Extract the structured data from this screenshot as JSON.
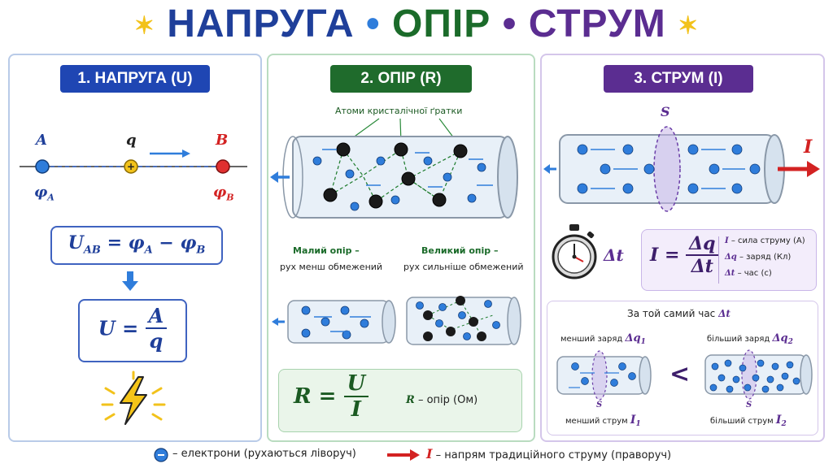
{
  "title": {
    "word1": "НАПРУГА",
    "sep": "•",
    "word2": "ОПІР",
    "word3": "СТРУМ"
  },
  "colors": {
    "blue": "#1f3f9a",
    "green": "#1b6b2a",
    "purple": "#5b2d91",
    "electron": "#2f7ddb",
    "red": "#d32222",
    "yellow": "#f2c21b"
  },
  "panel1": {
    "badge": "1. НАПРУГА (U)",
    "point_a": "A",
    "point_b": "B",
    "charge": "q",
    "phi_a": "φ",
    "phi_a_sub": "A",
    "phi_b": "φ",
    "phi_b_sub": "B",
    "formula1": {
      "lhs": "U",
      "lhs_sub": "AB",
      "eq": "=",
      "t1": "φ",
      "t1_sub": "A",
      "minus": "−",
      "t2": "φ",
      "t2_sub": "B"
    },
    "formula2": {
      "lhs": "U",
      "eq": "=",
      "num": "A",
      "den": "q"
    }
  },
  "panel2": {
    "badge": "2. ОПІР (R)",
    "atoms_label": "Атоми кристалічної ґратки",
    "small_title": "Малий опір –",
    "small_desc": "рух менш обмежений",
    "large_title": "Великий опір –",
    "large_desc": "рух сильніше обмежений",
    "formula": {
      "lhs": "R",
      "eq": "=",
      "num": "U",
      "den": "I"
    },
    "formula_note_sym": "R",
    "formula_note": " – опір (Ом)"
  },
  "panel3": {
    "badge": "3. СТРУМ (I)",
    "section_label": "S",
    "current_label": "I",
    "delta_t": "Δt",
    "formula": {
      "lhs": "I",
      "eq": "=",
      "num": "Δq",
      "den": "Δt"
    },
    "legend": [
      {
        "sym": "I",
        "text": " – сила струму (А)"
      },
      {
        "sym": "Δq",
        "text": " – заряд (Кл)"
      },
      {
        "sym": "Δt",
        "text": " – час (с)"
      }
    ],
    "compare_title": "За той самий час ",
    "compare_title_sym": "Δt",
    "less_charge": "менший заряд ",
    "less_charge_sym": "Δq",
    "less_charge_sub": "1",
    "more_charge": "більший заряд ",
    "more_charge_sym": "Δq",
    "more_charge_sub": "2",
    "less_sign": "<",
    "s_small": "S",
    "less_current": "менший струм ",
    "less_current_sym": "I",
    "less_current_sub": "1",
    "more_current": "більший струм ",
    "more_current_sym": "I",
    "more_current_sub": "2"
  },
  "footer": {
    "electron_text": "– електрони (рухаються ліворуч)",
    "current_sym": "I",
    "current_text": " – напрям традиційного струму (праворуч)"
  }
}
